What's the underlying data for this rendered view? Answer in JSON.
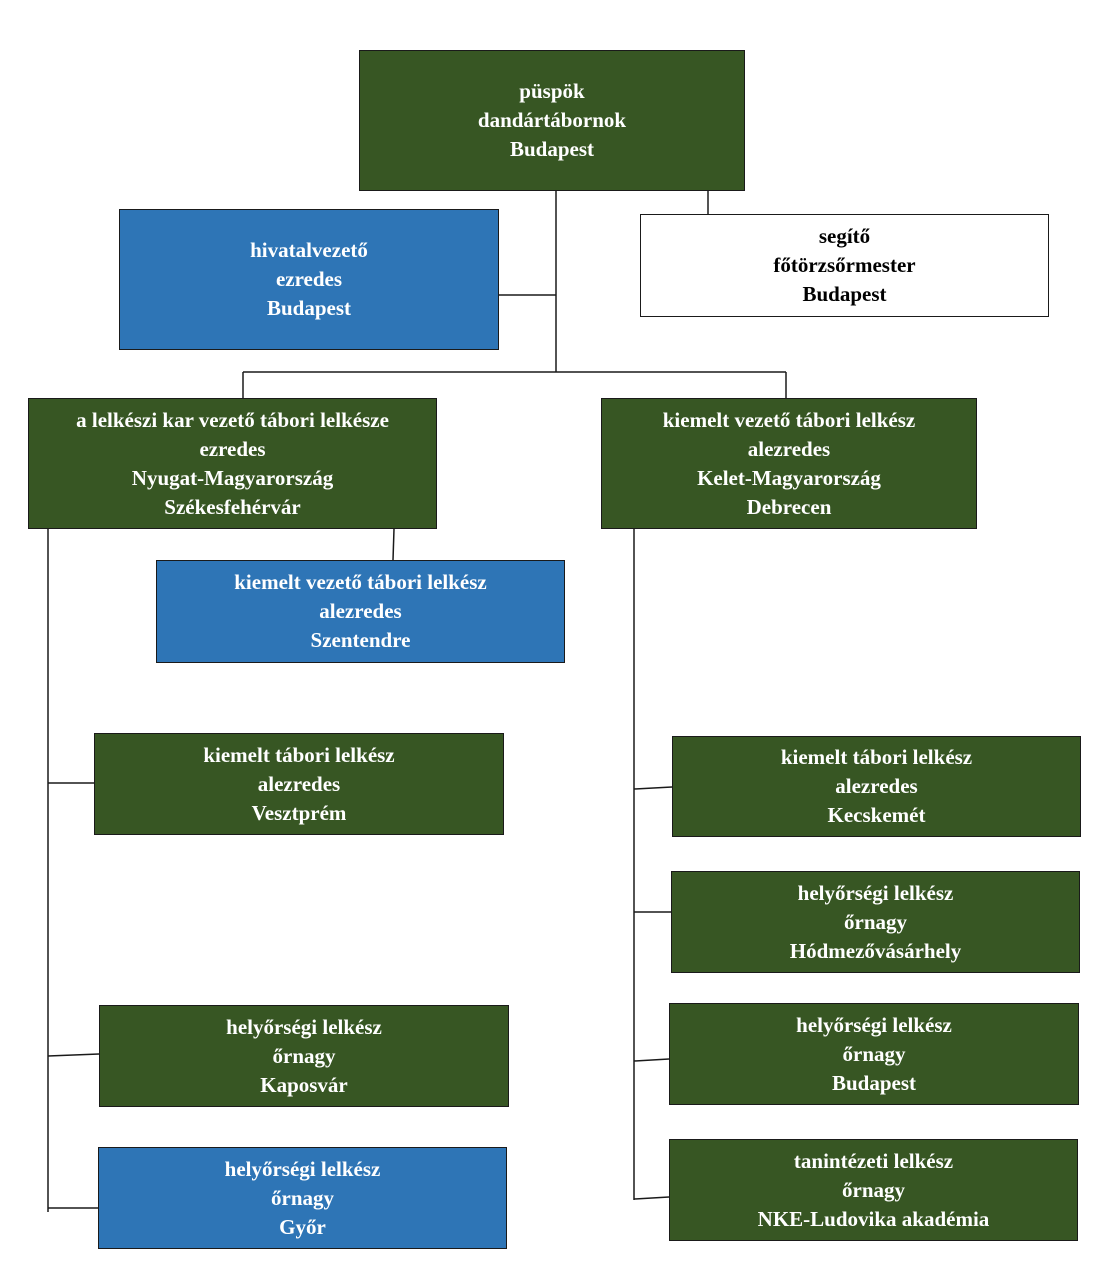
{
  "colors": {
    "green": "#375623",
    "blue": "#2e75b6",
    "white": "#ffffff",
    "line": "#1a1a1a"
  },
  "boxes": {
    "bishop": {
      "line1": "püspök",
      "line2": "dandártábornok",
      "line3": "Budapest"
    },
    "head_office": {
      "line1": "hivatalvezető",
      "line2": "ezredes",
      "line3": "Budapest"
    },
    "assistant": {
      "line1": "segítő",
      "line2": "főtörzsőrmester",
      "line3": "Budapest"
    },
    "west_lead": {
      "line1": "a lelkészi kar vezető tábori lelkésze",
      "line2": "ezredes",
      "line3": "Nyugat-Magyarország",
      "line4": "Székesfehérvár"
    },
    "east_lead": {
      "line1": "kiemelt vezető tábori lelkész",
      "line2": "alezredes",
      "line3": "Kelet-Magyarország",
      "line4": "Debrecen"
    },
    "szentendre": {
      "line1": "kiemelt vezető tábori lelkész",
      "line2": "alezredes",
      "line3": "Szentendre"
    },
    "veszprem": {
      "line1": "kiemelt tábori lelkész",
      "line2": "alezredes",
      "line3": "Vesztprém"
    },
    "kaposvar": {
      "line1": "helyőrségi lelkész",
      "line2": "őrnagy",
      "line3": "Kaposvár"
    },
    "gyor": {
      "line1": "helyőrségi lelkész",
      "line2": "őrnagy",
      "line3": "Győr"
    },
    "kecskemet": {
      "line1": "kiemelt tábori lelkész",
      "line2": "alezredes",
      "line3": "Kecskemét"
    },
    "hodmezo": {
      "line1": "helyőrségi lelkész",
      "line2": "őrnagy",
      "line3": "Hódmezővásárhely"
    },
    "budapest_garr": {
      "line1": "helyőrségi lelkész",
      "line2": "őrnagy",
      "line3": "Budapest"
    },
    "nke": {
      "line1": "tanintézeti lelkész",
      "line2": "őrnagy",
      "line3": "NKE-Ludovika akadémia"
    }
  }
}
